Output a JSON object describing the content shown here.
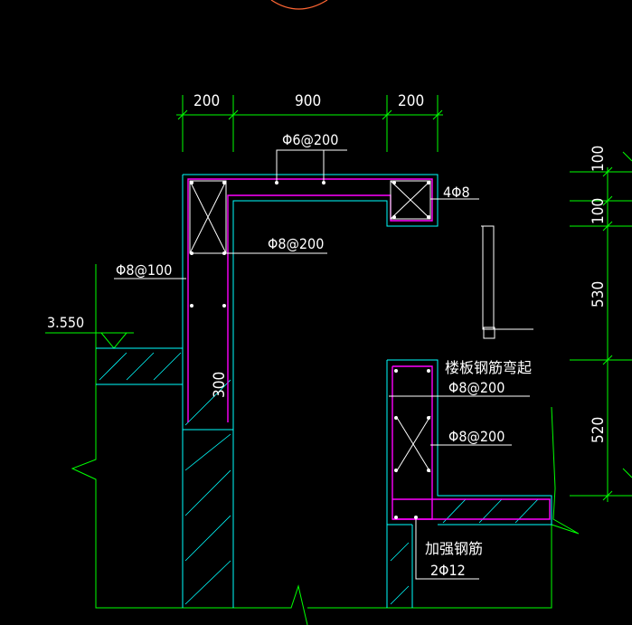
{
  "colors": {
    "background": "#000000",
    "green": "#00ff00",
    "cyan": "#00ffff",
    "magenta": "#ff00ff",
    "white": "#ffffff",
    "orange": "#ff6633"
  },
  "dimensions_top": [
    "200",
    "900",
    "200"
  ],
  "dimensions_right": [
    "100",
    "100",
    "530",
    "520"
  ],
  "dimension_wall": "300",
  "elevation": "3.550",
  "labels": {
    "phi6_200": "Φ6@200",
    "four_phi8": "4Φ8",
    "phi8_200_upper": "Φ8@200",
    "phi8_100": "Φ8@100",
    "slab_bent_title": "楼板钢筋弯起",
    "slab_bent_spec": "Φ8@200",
    "phi8_200_lower": "Φ8@200",
    "reinforce_title": "加强钢筋",
    "reinforce_spec": "2Φ12"
  }
}
